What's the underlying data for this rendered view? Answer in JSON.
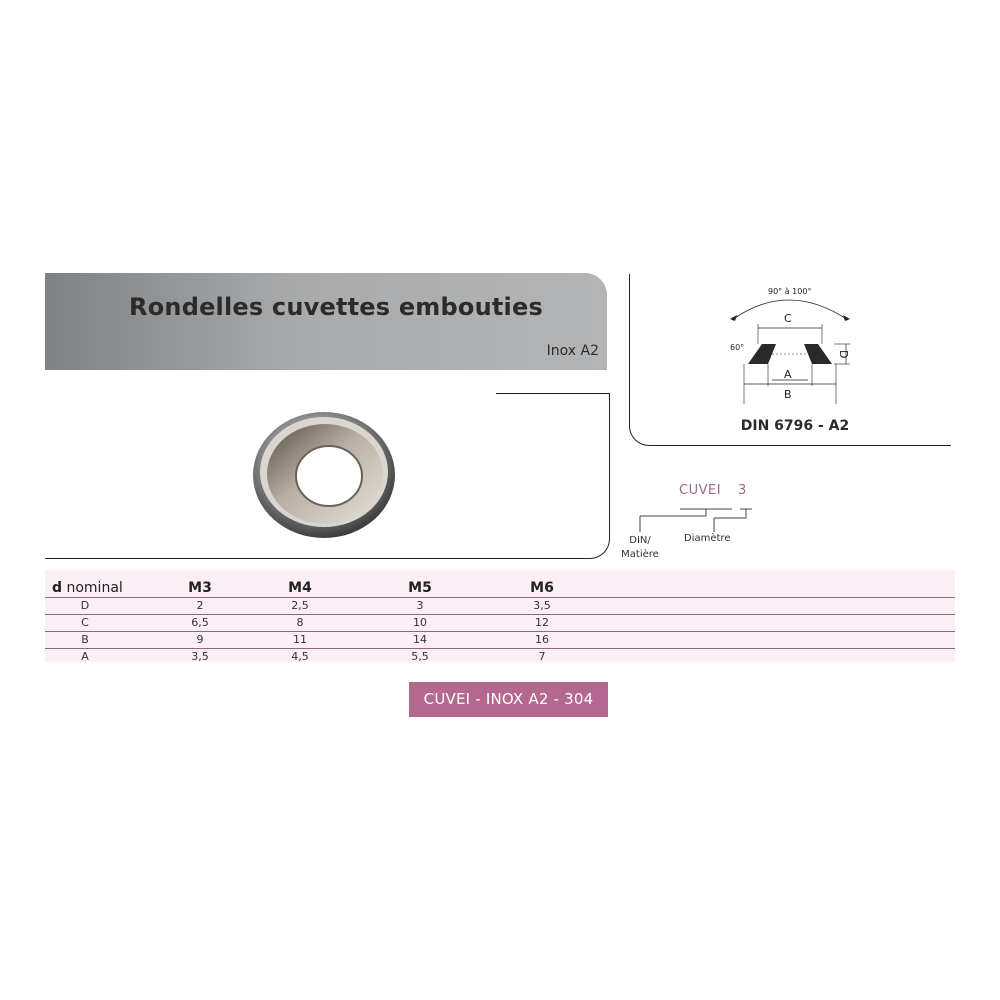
{
  "header": {
    "title": "Rondelles cuvettes embouties",
    "subtitle": "Inox A2"
  },
  "diagram": {
    "angle_label": "90° à 100°",
    "countersink_angle": "60°",
    "dim_c": "C",
    "dim_a": "A",
    "dim_b": "B",
    "dim_d": "D",
    "standard": "DIN 6796 - A2"
  },
  "code": {
    "prefix": "CUVEI",
    "size": "3",
    "label_din_line1": "DIN/",
    "label_din_line2": "Matière",
    "label_diameter": "Diamètre"
  },
  "table": {
    "header_bold": "d",
    "header_rest": " nominal",
    "columns": [
      "M3",
      "M4",
      "M5",
      "M6"
    ],
    "rows": [
      {
        "label": "D",
        "values": [
          "2",
          "2,5",
          "3",
          "3,5"
        ]
      },
      {
        "label": "C",
        "values": [
          "6,5",
          "8",
          "10",
          "12"
        ]
      },
      {
        "label": "B",
        "values": [
          "9",
          "11",
          "14",
          "16"
        ]
      },
      {
        "label": "A",
        "values": [
          "3,5",
          "4,5",
          "5,5",
          "7"
        ]
      }
    ]
  },
  "reference": {
    "label": "CUVEI - INOX A2 - 304"
  },
  "colors": {
    "accent": "#b5688f",
    "code_text": "#9b6a92",
    "table_bg": "#fbeef4"
  }
}
